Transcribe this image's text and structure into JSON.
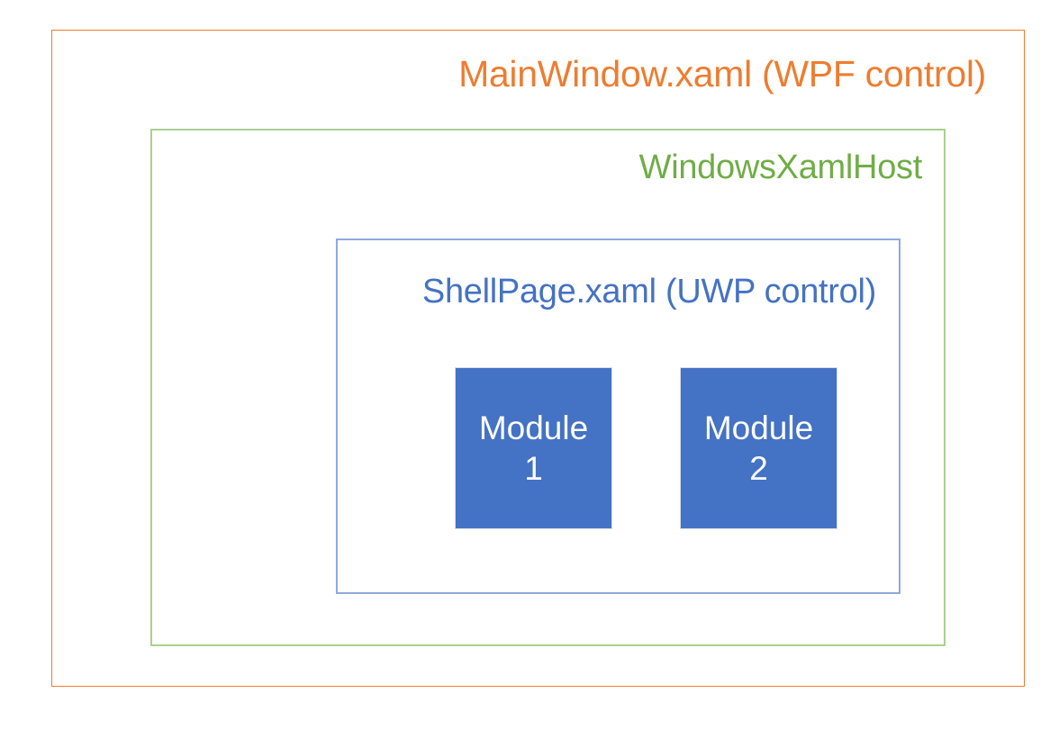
{
  "diagram": {
    "type": "nested-containment",
    "title": "MainWindow.xaml (WPF control)",
    "layers": [
      {
        "name": "MainWindow.xaml (WPF control)",
        "label": "MainWindow.xaml (WPF control)",
        "border_color": "#ED7D31",
        "text_color": "#ED7D31",
        "label_align": "right"
      },
      {
        "name": "WindowsXamlHost",
        "label": "WindowsXamlHost",
        "border_color": "#A9D18E",
        "text_color": "#70AD47",
        "label_align": "right"
      },
      {
        "name": "ShellPage.xaml (UWP control)",
        "label": "ShellPage.xaml (UWP control)",
        "border_color": "#8FAADC",
        "text_color": "#4472C4",
        "label_align": "right"
      }
    ],
    "modules": [
      {
        "name": "Module",
        "index": "1",
        "fill": "#4472C4",
        "text_color": "#FFFFFF"
      },
      {
        "name": "Module",
        "index": "2",
        "fill": "#4472C4",
        "text_color": "#FFFFFF"
      }
    ],
    "background": "#FFFFFF"
  }
}
